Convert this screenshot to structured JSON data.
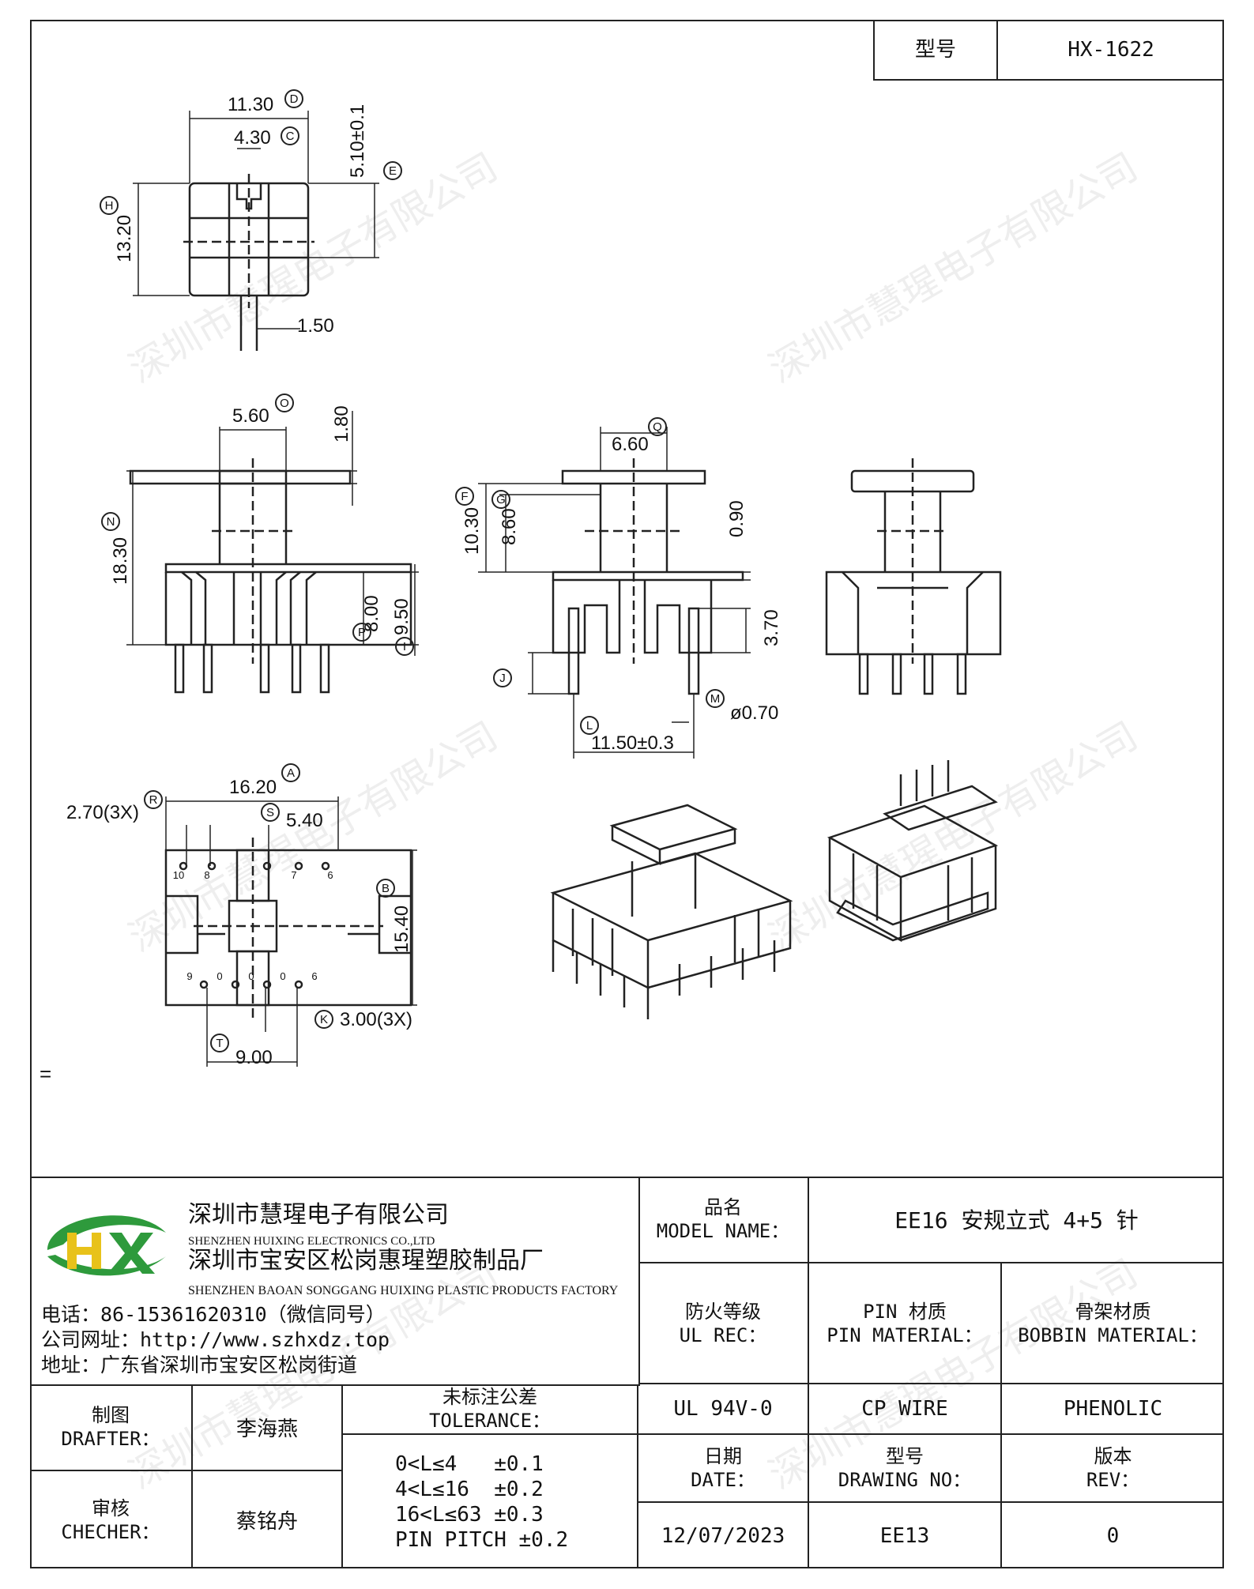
{
  "header": {
    "model_label": "型号",
    "model_value": "HX-1622"
  },
  "drawing": {
    "top_view": {
      "dim_width": "11.30",
      "mark_width": "D",
      "dim_slot": "4.30",
      "mark_slot": "C",
      "dim_depth": "5.10±0.1",
      "mark_depth": "E",
      "dim_height": "13.20",
      "mark_height": "H",
      "dim_pin": "1.50"
    },
    "front_view": {
      "dim_top": "5.60",
      "mark_top": "O",
      "dim_flange": "1.80",
      "dim_total": "18.30",
      "mark_total": "N",
      "dim_base1": "8.00",
      "mark_base1": "P",
      "dim_base2": "9.50",
      "mark_base2": "I"
    },
    "side_view": {
      "dim_top": "6.60",
      "mark_top": "Q",
      "dim_h1": "10.30",
      "mark_h1": "F",
      "dim_h2": "8.60",
      "mark_h2": "G",
      "dim_gap": "0.90",
      "dim_pin_len": "3.70",
      "mark_j": "J",
      "mark_m": "M",
      "dim_pin_dia": "ø0.70",
      "mark_l": "L",
      "dim_pitch": "11.50±0.3"
    },
    "bottom_view": {
      "dim_width": "16.20",
      "mark_width": "A",
      "dim_hole": "2.70(3X)",
      "mark_hole": "R",
      "dim_s": "5.40",
      "mark_s": "S",
      "dim_depth": "15.40",
      "mark_depth": "B",
      "dim_k": "3.00(3X)",
      "mark_k": "K",
      "dim_t": "9.00",
      "mark_t": "T",
      "pin_numbers_top": [
        "10",
        "8",
        "7",
        "6"
      ],
      "pin_numbers_bottom": [
        "9",
        "0",
        "0",
        "0",
        "6"
      ]
    },
    "side_note": "="
  },
  "watermark": "深圳市慧瑆电子有限公司",
  "title_block": {
    "company_cn": "深圳市慧瑆电子有限公司",
    "company_en": "SHENZHEN HUIXING ELECTRONICS CO.,LTD",
    "factory_cn": "深圳市宝安区松岗惠瑆塑胶制品厂",
    "factory_en": "SHENZHEN BAOAN SONGGANG HUIXING PLASTIC PRODUCTS FACTORY",
    "phone": "电话：86-15361620310（微信同号）",
    "website": "公司网址：http://www.szhxdz.top",
    "address": "地址：广东省深圳市宝安区松岗街道",
    "logo_text": "HX",
    "model_name_cn": "品名",
    "model_name_en": "MODEL NAME：",
    "model_name_value": "EE16 安规立式 4+5 针",
    "ul_cn": "防火等级",
    "ul_en": "UL REC：",
    "pin_mat_cn": "PIN 材质",
    "pin_mat_en": "PIN MATERIAL：",
    "bobbin_mat_cn": "骨架材质",
    "bobbin_mat_en": "BOBBIN MATERIAL：",
    "ul_value": "UL 94V-0",
    "pin_value": "CP WIRE",
    "bobbin_value": "PHENOLIC",
    "drafter_cn": "制图",
    "drafter_en": "DRAFTER：",
    "drafter_name": "李海燕",
    "checker_cn": "审核",
    "checker_en": "CHECHER：",
    "checker_name": "蔡铭舟",
    "tolerance_cn": "未标注公差",
    "tolerance_en": "TOLERANCE：",
    "tolerance_lines": [
      "0<L≤4   ±0.1",
      "4<L≤16  ±0.2",
      "16<L≤63 ±0.3",
      "PIN PITCH ±0.2"
    ],
    "date_cn": "日期",
    "date_en": "DATE：",
    "date_value": "12/07/2023",
    "drawing_no_cn": "型号",
    "drawing_no_en": "DRAWING NO：",
    "drawing_no_value": "EE13",
    "rev_cn": "版本",
    "rev_en": "REV：",
    "rev_value": "0"
  },
  "colors": {
    "line": "#222222",
    "logo_green": "#2e9a3c",
    "logo_yellow": "#e8c21a"
  }
}
